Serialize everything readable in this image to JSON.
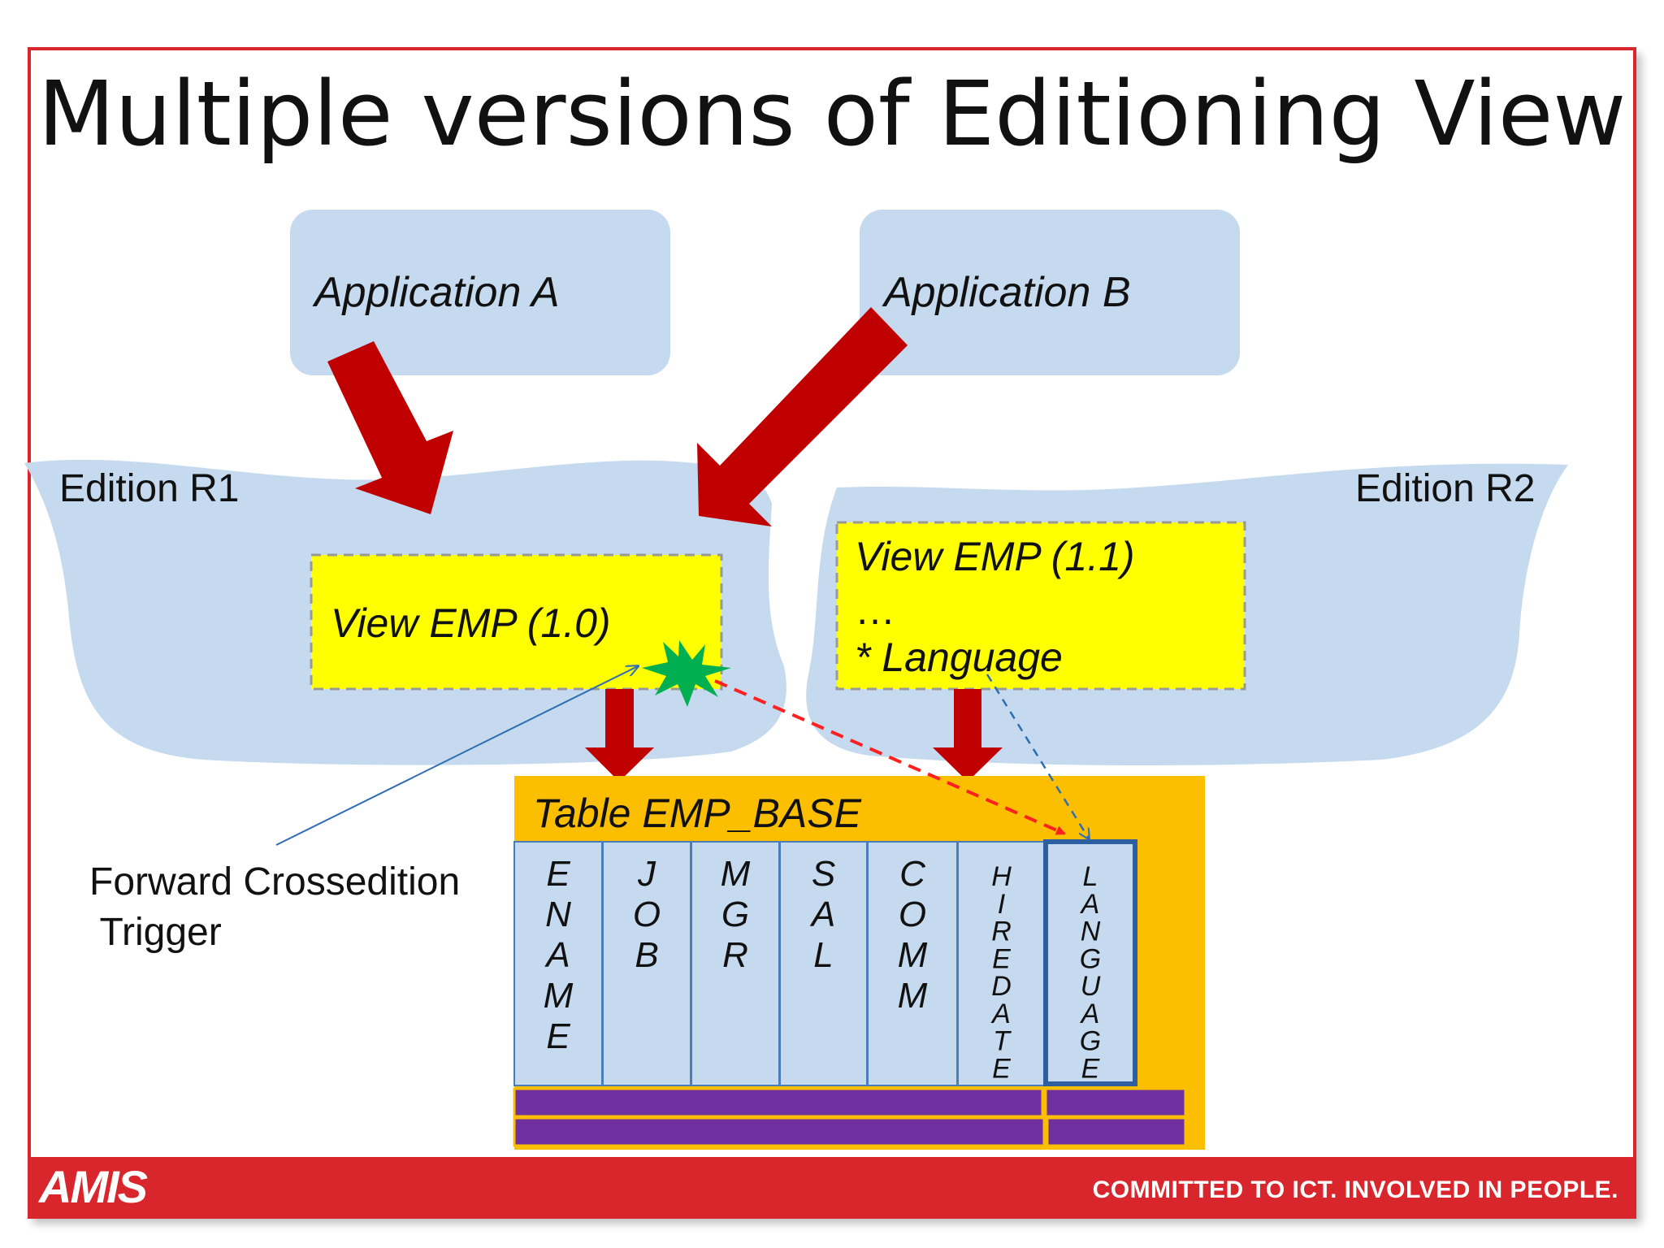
{
  "title": "Multiple versions of Editioning View",
  "applications": [
    {
      "label": "Application A"
    },
    {
      "label": "Application B"
    }
  ],
  "editions": [
    {
      "label": "Edition R1"
    },
    {
      "label": "Edition R2"
    }
  ],
  "views": {
    "v10": {
      "title": "View EMP (1.0)"
    },
    "v11": {
      "title": "View EMP (1.1)",
      "ellipsis": "…",
      "extra": "* Language"
    }
  },
  "table": {
    "title": "Table EMP_BASE",
    "columns": [
      "ENAME",
      "JOB",
      "MGR",
      "SAL",
      "COMM",
      "HIREDATE",
      "LANGUAGE"
    ]
  },
  "trigger_label": "Forward Crossedition\n Trigger",
  "footer": {
    "logo": "AMIS",
    "tagline": "COMMITTED TO ICT.  INVOLVED IN PEOPLE."
  },
  "colors": {
    "frame_red": "#d9262c",
    "arrow_red": "#c00000",
    "bubble_blue": "#c5d9ef",
    "view_yellow": "#ffff00",
    "table_orange": "#fbbf00",
    "column_blue": "#c5d9ef",
    "row_purple": "#7030a0",
    "trigger_green": "#00b050",
    "dashed_red": "#ff2020",
    "dashed_blue": "#2e6db4"
  }
}
